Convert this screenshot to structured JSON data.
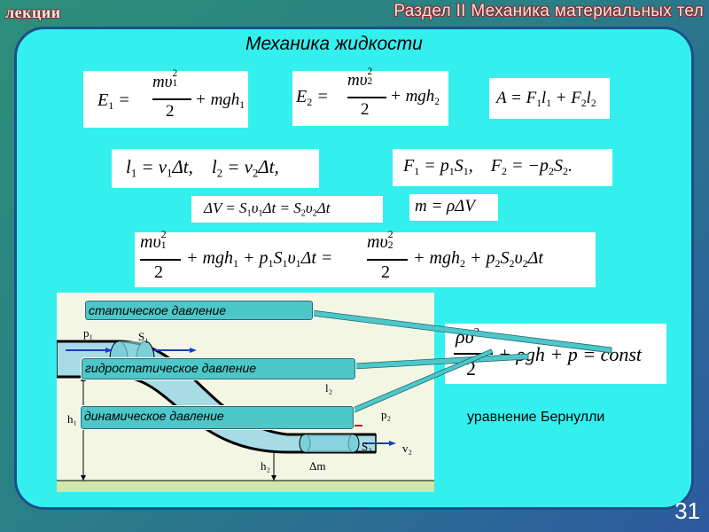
{
  "header": {
    "left_label": "лекции",
    "right_label": "Раздел II Механика материальных тел"
  },
  "slide": {
    "title": "Механика жидкости",
    "number": "31"
  },
  "formulas": {
    "e1": "E₁ = mυ₁²/2 + mgh₁",
    "e2": "E₂ = mυ₂²/2 + mgh₂",
    "work": "A = F₁l₁ + F₂l₂",
    "lengths": "l₁ = v₁Δt,  l₂ = v₂Δt,",
    "forces": "F₁ = p₁S₁,  F₂ = −p₂S₂.",
    "volume": "ΔV = S₁υ₁Δt = S₂υ₂Δt",
    "mass": "m = ρΔV",
    "energy_balance": "mυ₁²/2 + mgh₁ + p₁S₁υ₁Δt = mυ₂²/2 + mgh₂ + p₂S₂υ₂Δt",
    "bernoulli": "ρυ²/2 + ρgh + p = const"
  },
  "labels": {
    "static": "статическое давление",
    "hydrostatic": "гидростатическое давление",
    "dynamic": "динамическое давление",
    "bernoulli_caption": "уравнение Бернулли"
  },
  "diagram": {
    "p1": "p₁",
    "s1": "S₁",
    "h1": "h₁",
    "l2": "l₂",
    "p2": "p₂",
    "s2": "S₂",
    "v2": "v₂",
    "h2": "h₂",
    "dm": "Δm"
  },
  "colors": {
    "background": "#2a7f86",
    "panel": "#33f0ef",
    "panel_border": "#1b4f8a",
    "label_fill": "#4ec7c9"
  }
}
